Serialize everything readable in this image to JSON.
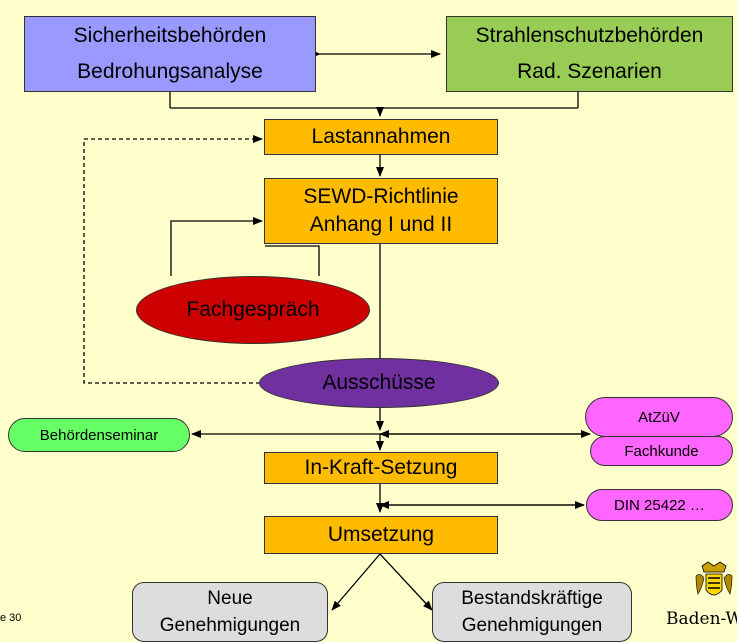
{
  "nodes": {
    "security": {
      "line1": "Sicherheitsbehörden",
      "line2": "Bedrohungsanalyse"
    },
    "radiation": {
      "line1": "Strahlenschutzbehörden",
      "line2": "Rad. Szenarien"
    },
    "load_assumptions": "Lastannahmen",
    "guideline": {
      "line1": "SEWD-Richtlinie",
      "line2": "Anhang I und II"
    },
    "expert_talk": "Fachgespräch",
    "committees": "Ausschüsse",
    "authority_seminar": "Behördenseminar",
    "atzuev": "AtZüV",
    "expertise": "Fachkunde",
    "in_force": "In-Kraft-Setzung",
    "din": "DIN 25422 …",
    "implementation": "Umsetzung",
    "new_permits": {
      "line1": "Neue",
      "line2": "Genehmigungen"
    },
    "existing_permits": {
      "line1": "Bestandskräftige",
      "line2": "Genehmigungen"
    }
  },
  "page_number": "e 30",
  "logo_text": "Baden-Würt",
  "colors": {
    "background": "#FFFFCC",
    "blue_box": "#9999FF",
    "green_box": "#99CC55",
    "orange_box": "#FFBB00",
    "red_ellipse": "#CC0000",
    "purple_ellipse": "#7030A0",
    "light_green_pill": "#66FF66",
    "pink_pill": "#FF66FF",
    "gray_box": "#DDDDDD"
  },
  "icons": {
    "logo": "state-coat-of-arms-icon"
  }
}
